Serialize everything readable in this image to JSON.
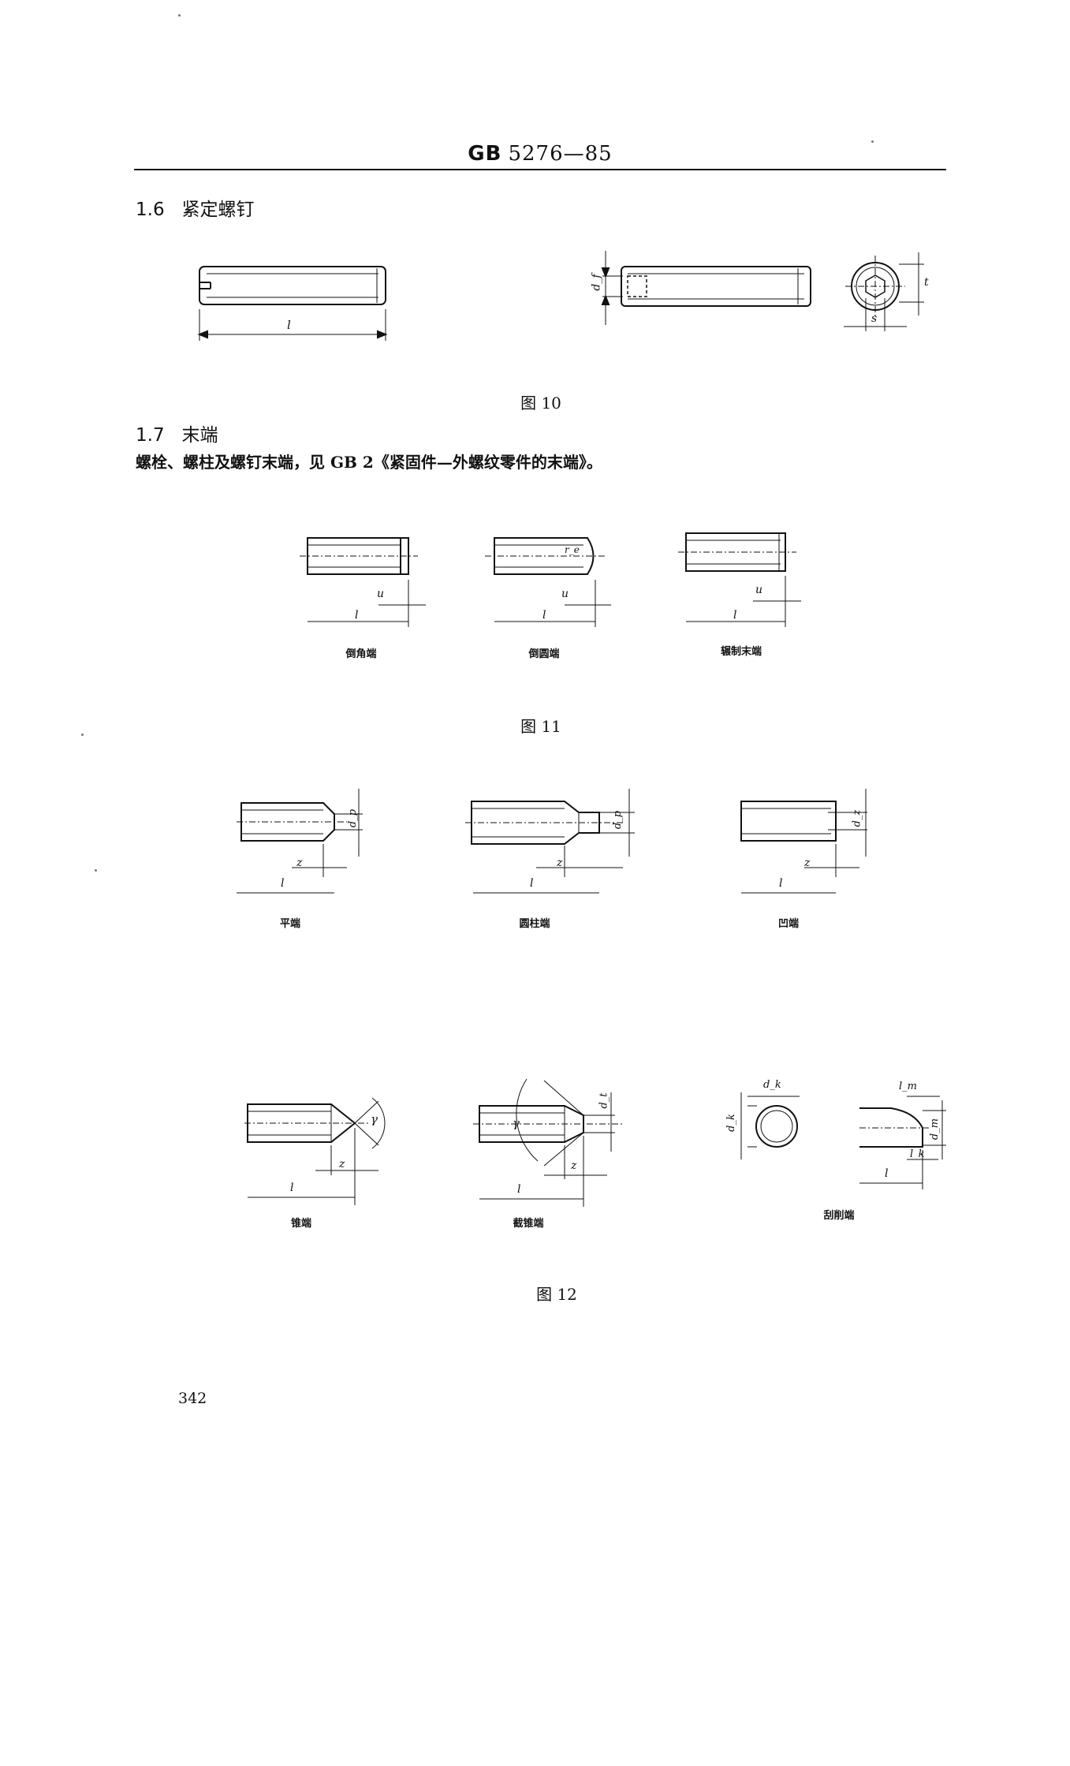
{
  "header": {
    "std_code": "GB",
    "std_number": "5276—85"
  },
  "sections": {
    "s16": {
      "number": "1.6",
      "title": "紧定螺钉"
    },
    "s17": {
      "number": "1.7",
      "title": "末端",
      "text": "螺栓、螺柱及螺钉末端，见 GB 2《紧固件—外螺纹零件的末端》。"
    }
  },
  "figures": {
    "fig10": {
      "caption": "图 10",
      "labels": {
        "l": "l",
        "d_f": "d_f",
        "t": "t",
        "s": "s"
      }
    },
    "fig11": {
      "caption": "图 11",
      "items": [
        {
          "name": "倒角端",
          "u": "u",
          "l": "l"
        },
        {
          "name": "倒圆端",
          "u": "u",
          "l": "l",
          "r": "r_e"
        },
        {
          "name": "辗制末端",
          "u": "u",
          "l": "l"
        }
      ]
    },
    "fig12": {
      "caption": "图 12",
      "row1": [
        {
          "name": "平端",
          "z": "z",
          "l": "l",
          "d": "d_p"
        },
        {
          "name": "圆柱端",
          "z": "z",
          "l": "l",
          "d": "d_p"
        },
        {
          "name": "凹端",
          "z": "z",
          "l": "l",
          "d": "d_z"
        }
      ],
      "row2": [
        {
          "name": "锥端",
          "z": "z",
          "l": "l",
          "angle": "γ"
        },
        {
          "name": "截锥端",
          "z": "z",
          "l": "l",
          "angle": "γ",
          "d": "d_t"
        },
        {
          "name": "刮削端",
          "l": "l",
          "d_k": "d_k",
          "d_m": "d_m",
          "l_k": "l_k",
          "l_m": "l_m"
        }
      ]
    }
  },
  "page_number": "342"
}
